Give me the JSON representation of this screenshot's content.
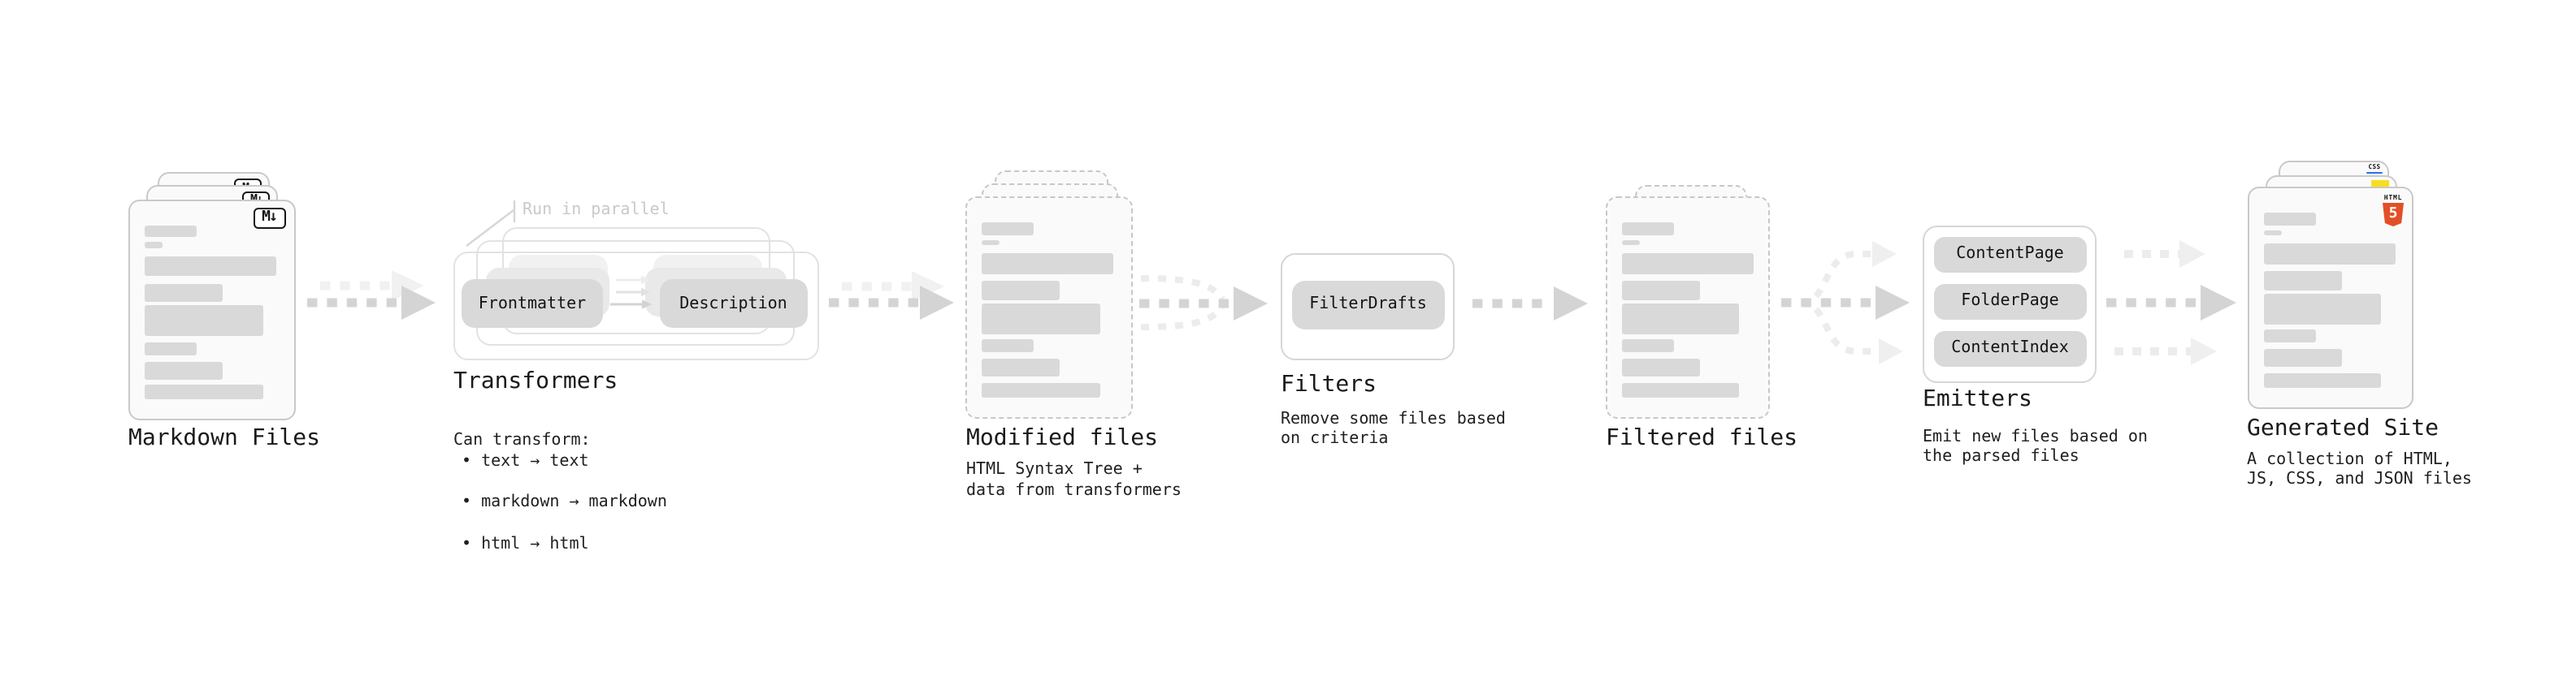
{
  "markdown_files": {
    "label": "Markdown Files",
    "file_icon": "M↓"
  },
  "transformers": {
    "note": "Run in parallel",
    "nodes": [
      "Frontmatter",
      "Description"
    ],
    "title": "Transformers",
    "description_heading": "Can transform:",
    "bullets": [
      "text → text",
      "markdown → markdown",
      "html → html"
    ]
  },
  "modified_files": {
    "label": "Modified files",
    "subtitle": "HTML Syntax Tree +\ndata from transformers"
  },
  "filters": {
    "title": "Filters",
    "nodes": [
      "FilterDrafts"
    ],
    "subtitle": "Remove some files based\non criteria"
  },
  "filtered_files": {
    "label": "Filtered files"
  },
  "emitters": {
    "title": "Emitters",
    "nodes": [
      "ContentPage",
      "FolderPage",
      "ContentIndex"
    ],
    "subtitle": "Emit new files based on\nthe parsed files"
  },
  "generated_site": {
    "label": "Generated Site",
    "subtitle": "A collection of HTML,\nJS, CSS, and JSON files",
    "html5_badge": {
      "wordmark": "HTML",
      "numeral": "5"
    },
    "css_badge": "CSS"
  },
  "colors": {
    "html5_orange": "#e34f26",
    "js_yellow": "#f7df1e",
    "css_blue": "#2b6fe3",
    "node_fill": "#d9d9d9",
    "doc_fill": "#fafafa",
    "arrow_dark": "#d4d4d4",
    "arrow_light": "#ececec",
    "text": "#1a1a1a",
    "note_gray": "#c9c9c9"
  }
}
